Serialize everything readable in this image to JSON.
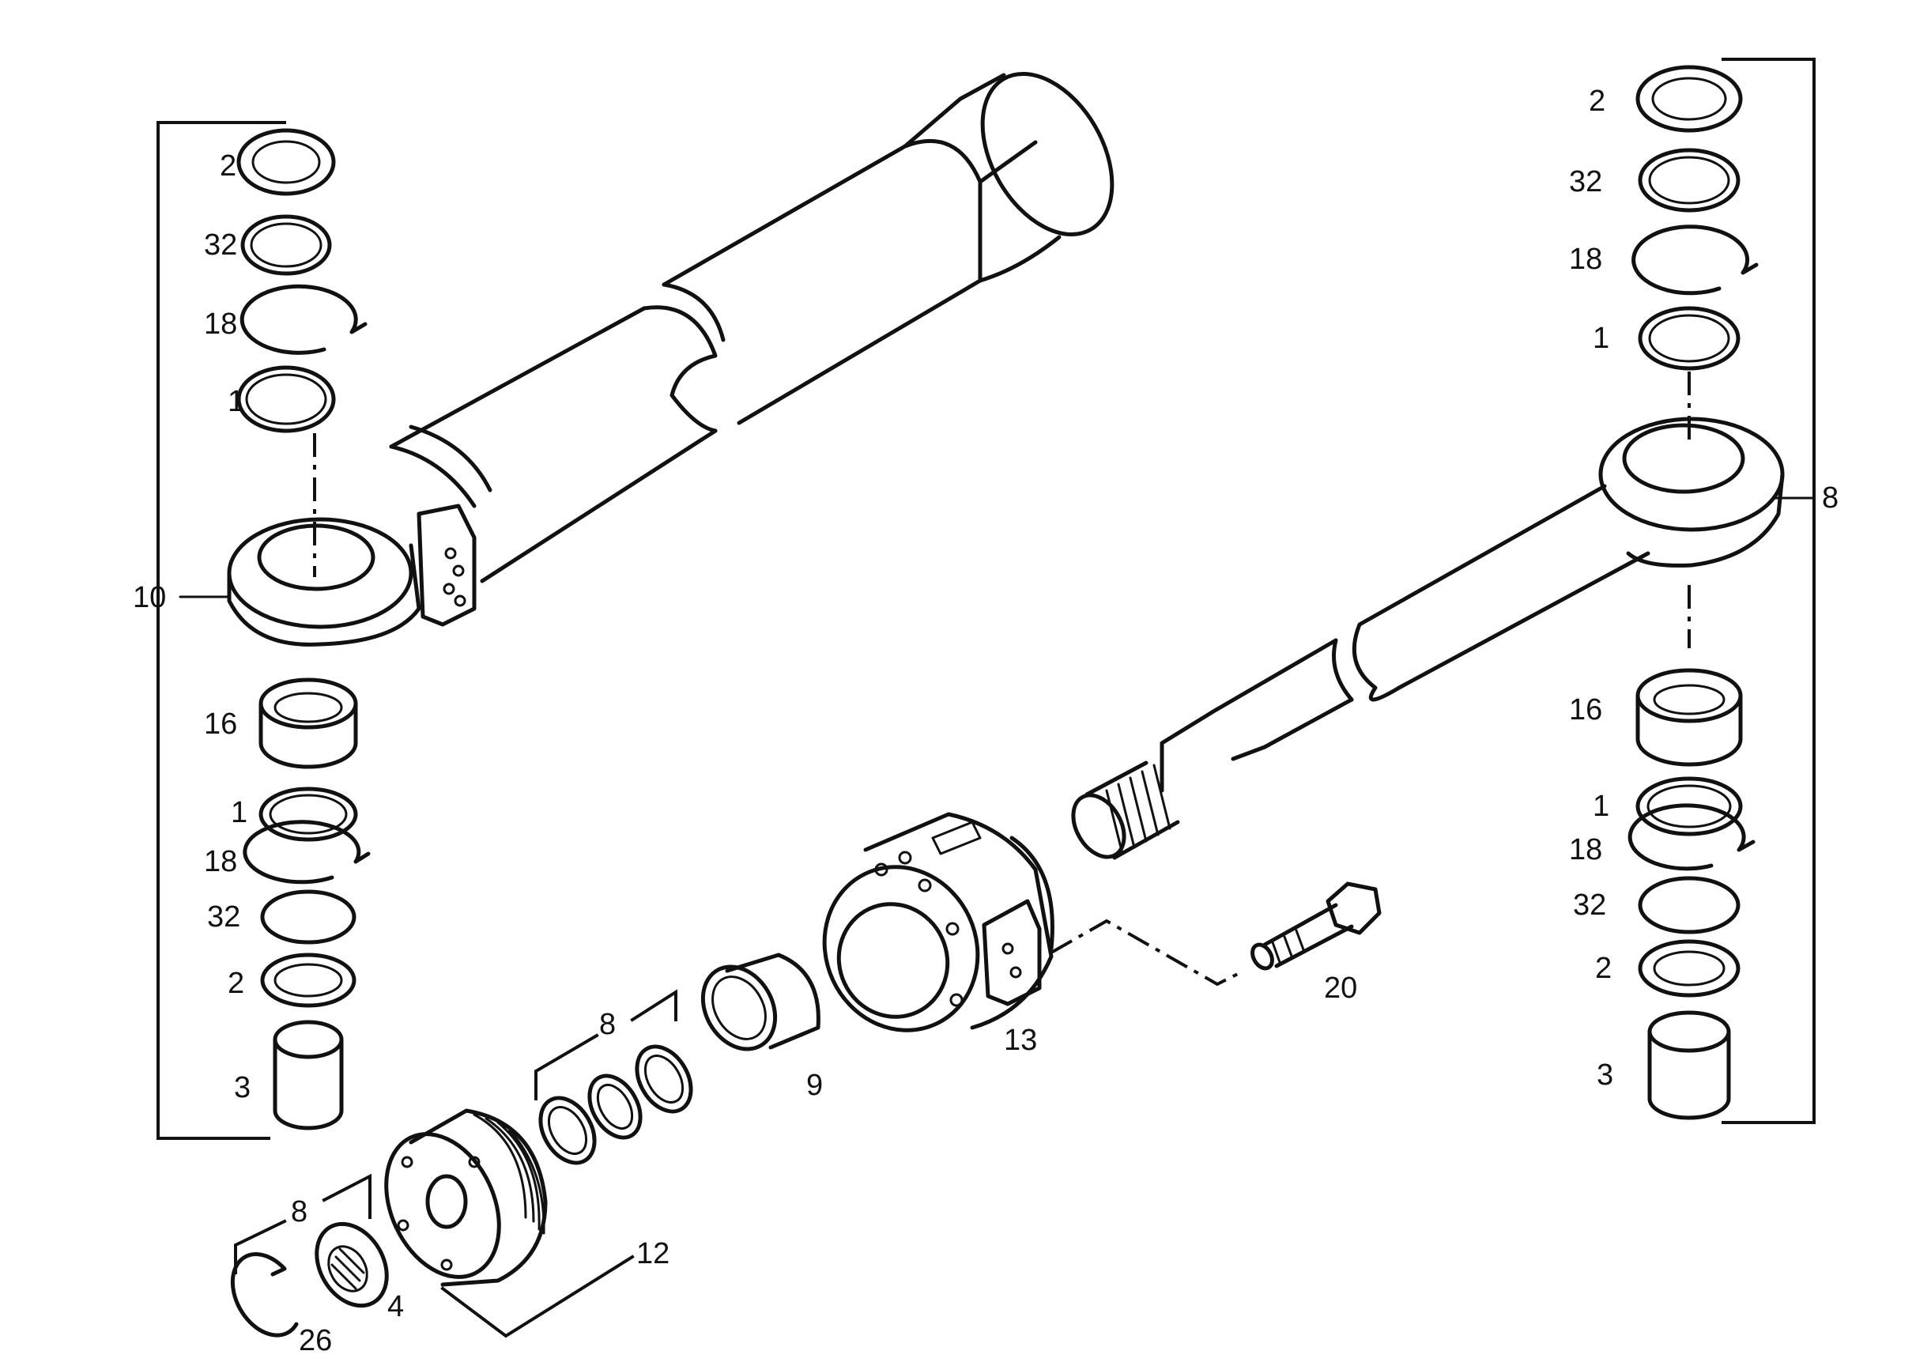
{
  "callouts": {
    "left_top_2": "2",
    "left_top_32": "32",
    "left_top_18": "18",
    "left_top_1": "1",
    "left_10": "10",
    "left_bottom_16": "16",
    "left_bottom_1": "1",
    "left_bottom_18": "18",
    "left_bottom_32": "32",
    "left_bottom_2": "2",
    "left_bottom_3": "3",
    "right_top_2": "2",
    "right_top_32": "32",
    "right_top_18": "18",
    "right_top_1": "1",
    "right_8": "8",
    "right_bottom_16": "16",
    "right_bottom_1": "1",
    "right_bottom_18": "18",
    "right_bottom_32": "32",
    "right_bottom_2": "2",
    "right_bottom_3": "3",
    "nut_8": "8",
    "seals_8": "8",
    "bush_9": "9",
    "head_13": "13",
    "bolt_20": "20",
    "piston_12": "12",
    "nut_4": "4",
    "circlip_26": "26"
  }
}
